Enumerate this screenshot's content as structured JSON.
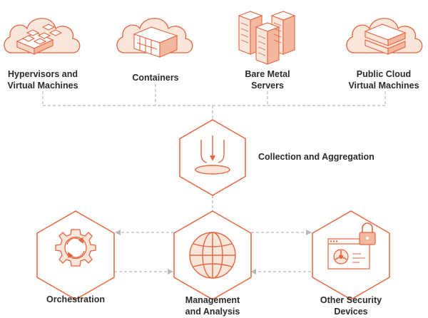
{
  "colors": {
    "accent": "#e8653d",
    "accent_light": "#f9d8ca",
    "accent_fill": "#fbe6dc",
    "connector": "#b8b8b8",
    "text": "#2b2b2b"
  },
  "sources": [
    {
      "line1": "Hypervisors and",
      "line2": "Virtual Machines",
      "icon": "cloud-virtual-machines-icon"
    },
    {
      "line1": "Containers",
      "line2": "",
      "icon": "cloud-containers-icon"
    },
    {
      "line1": "Bare Metal",
      "line2": "Servers",
      "icon": "bare-metal-servers-icon"
    },
    {
      "line1": "Public Cloud",
      "line2": "Virtual Machines",
      "icon": "cloud-servers-icon"
    }
  ],
  "collection": {
    "label": "Collection and Aggregation",
    "icon": "collection-funnel-icon"
  },
  "orchestration": {
    "label": "Orchestration",
    "icon": "gear-icon"
  },
  "management": {
    "line1": "Management",
    "line2": "and Analysis",
    "icon": "globe-icon"
  },
  "security": {
    "line1": "Other Security",
    "line2": "Devices",
    "icon": "security-device-icon"
  }
}
